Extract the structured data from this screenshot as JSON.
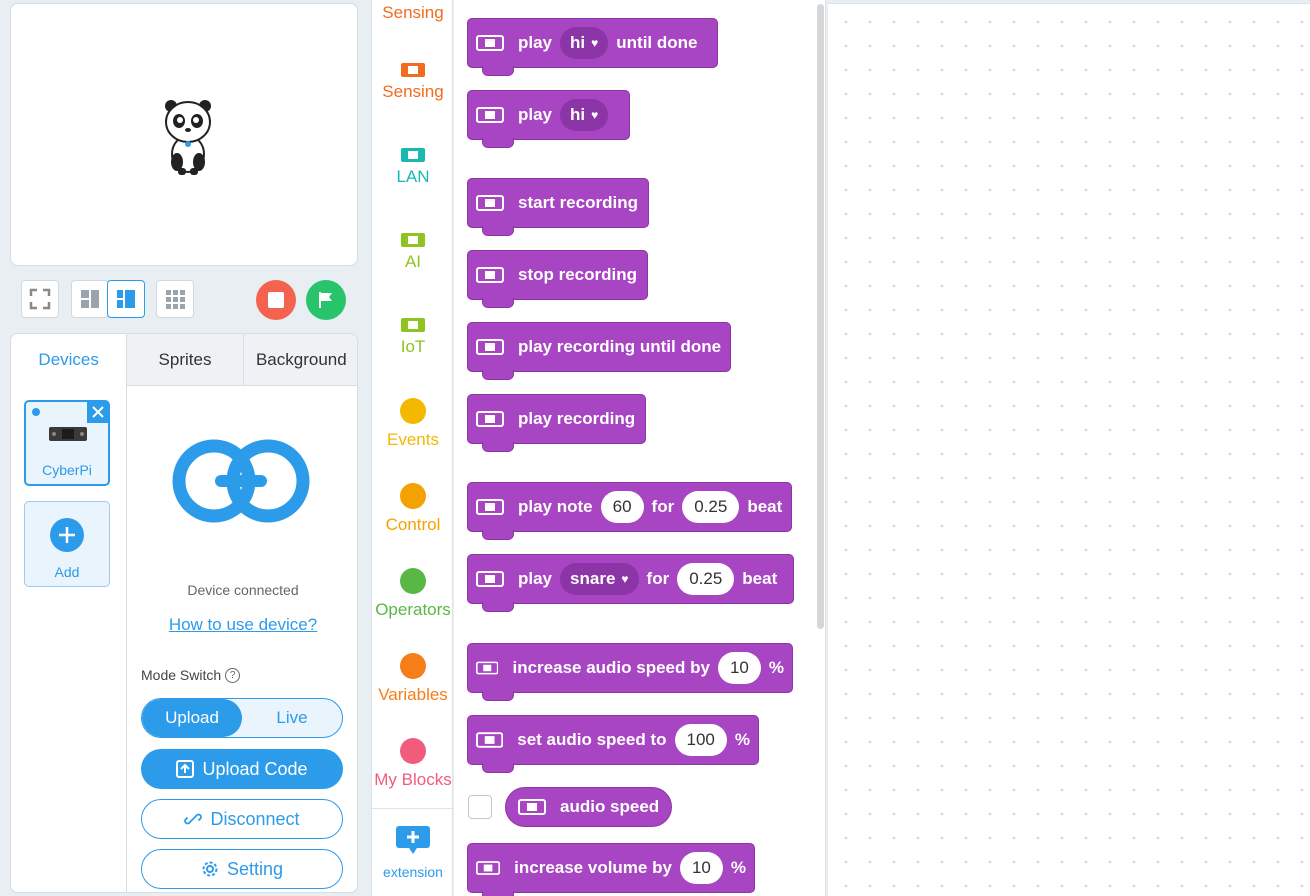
{
  "tabs": [
    "Devices",
    "Sprites",
    "Background"
  ],
  "devices": {
    "items": [
      {
        "label": "CyberPi"
      },
      {
        "label": "Add"
      }
    ]
  },
  "device": {
    "status": "Device connected",
    "help_link": "How to use device?",
    "mode_label": "Mode Switch",
    "mode_options": [
      "Upload",
      "Live"
    ],
    "upload_code": "Upload Code",
    "disconnect": "Disconnect",
    "setting": "Setting"
  },
  "categories": [
    {
      "label": "Sensing",
      "color": "#f26c20"
    },
    {
      "label": "Sensing",
      "color": "#f26c20"
    },
    {
      "label": "LAN",
      "color": "#19b9b0"
    },
    {
      "label": "AI",
      "color": "#8fc31f"
    },
    {
      "label": "IoT",
      "color": "#8fc31f"
    },
    {
      "label": "Events",
      "color": "#f5b800"
    },
    {
      "label": "Control",
      "color": "#f5a200"
    },
    {
      "label": "Operators",
      "color": "#59b845"
    },
    {
      "label": "Variables",
      "color": "#f57e19"
    },
    {
      "label": "My Blocks",
      "color": "#f25c7c"
    },
    {
      "label": "extension",
      "color": "#2c9bea"
    }
  ],
  "blocks": {
    "b1": {
      "t1": "play",
      "dd": "hi",
      "t2": "until done"
    },
    "b2": {
      "t1": "play",
      "dd": "hi"
    },
    "b3": {
      "t1": "start recording"
    },
    "b4": {
      "t1": "stop recording"
    },
    "b5": {
      "t1": "play recording until done"
    },
    "b6": {
      "t1": "play recording"
    },
    "b7": {
      "t1": "play note",
      "n1": "60",
      "t2": "for",
      "n2": "0.25",
      "t3": "beat"
    },
    "b8": {
      "t1": "play",
      "dd": "snare",
      "t2": "for",
      "n1": "0.25",
      "t3": "beat"
    },
    "b9": {
      "t1": "increase audio speed by",
      "n1": "10",
      "t2": "%"
    },
    "b10": {
      "t1": "set audio speed to",
      "n1": "100",
      "t2": "%"
    },
    "b11": {
      "t1": "audio speed"
    },
    "b12": {
      "t1": "increase volume by",
      "n1": "10",
      "t2": "%"
    }
  },
  "colors": {
    "accent": "#2c9bea",
    "block": "#a745c3",
    "stop": "#f4634f",
    "go": "#27c46b"
  }
}
